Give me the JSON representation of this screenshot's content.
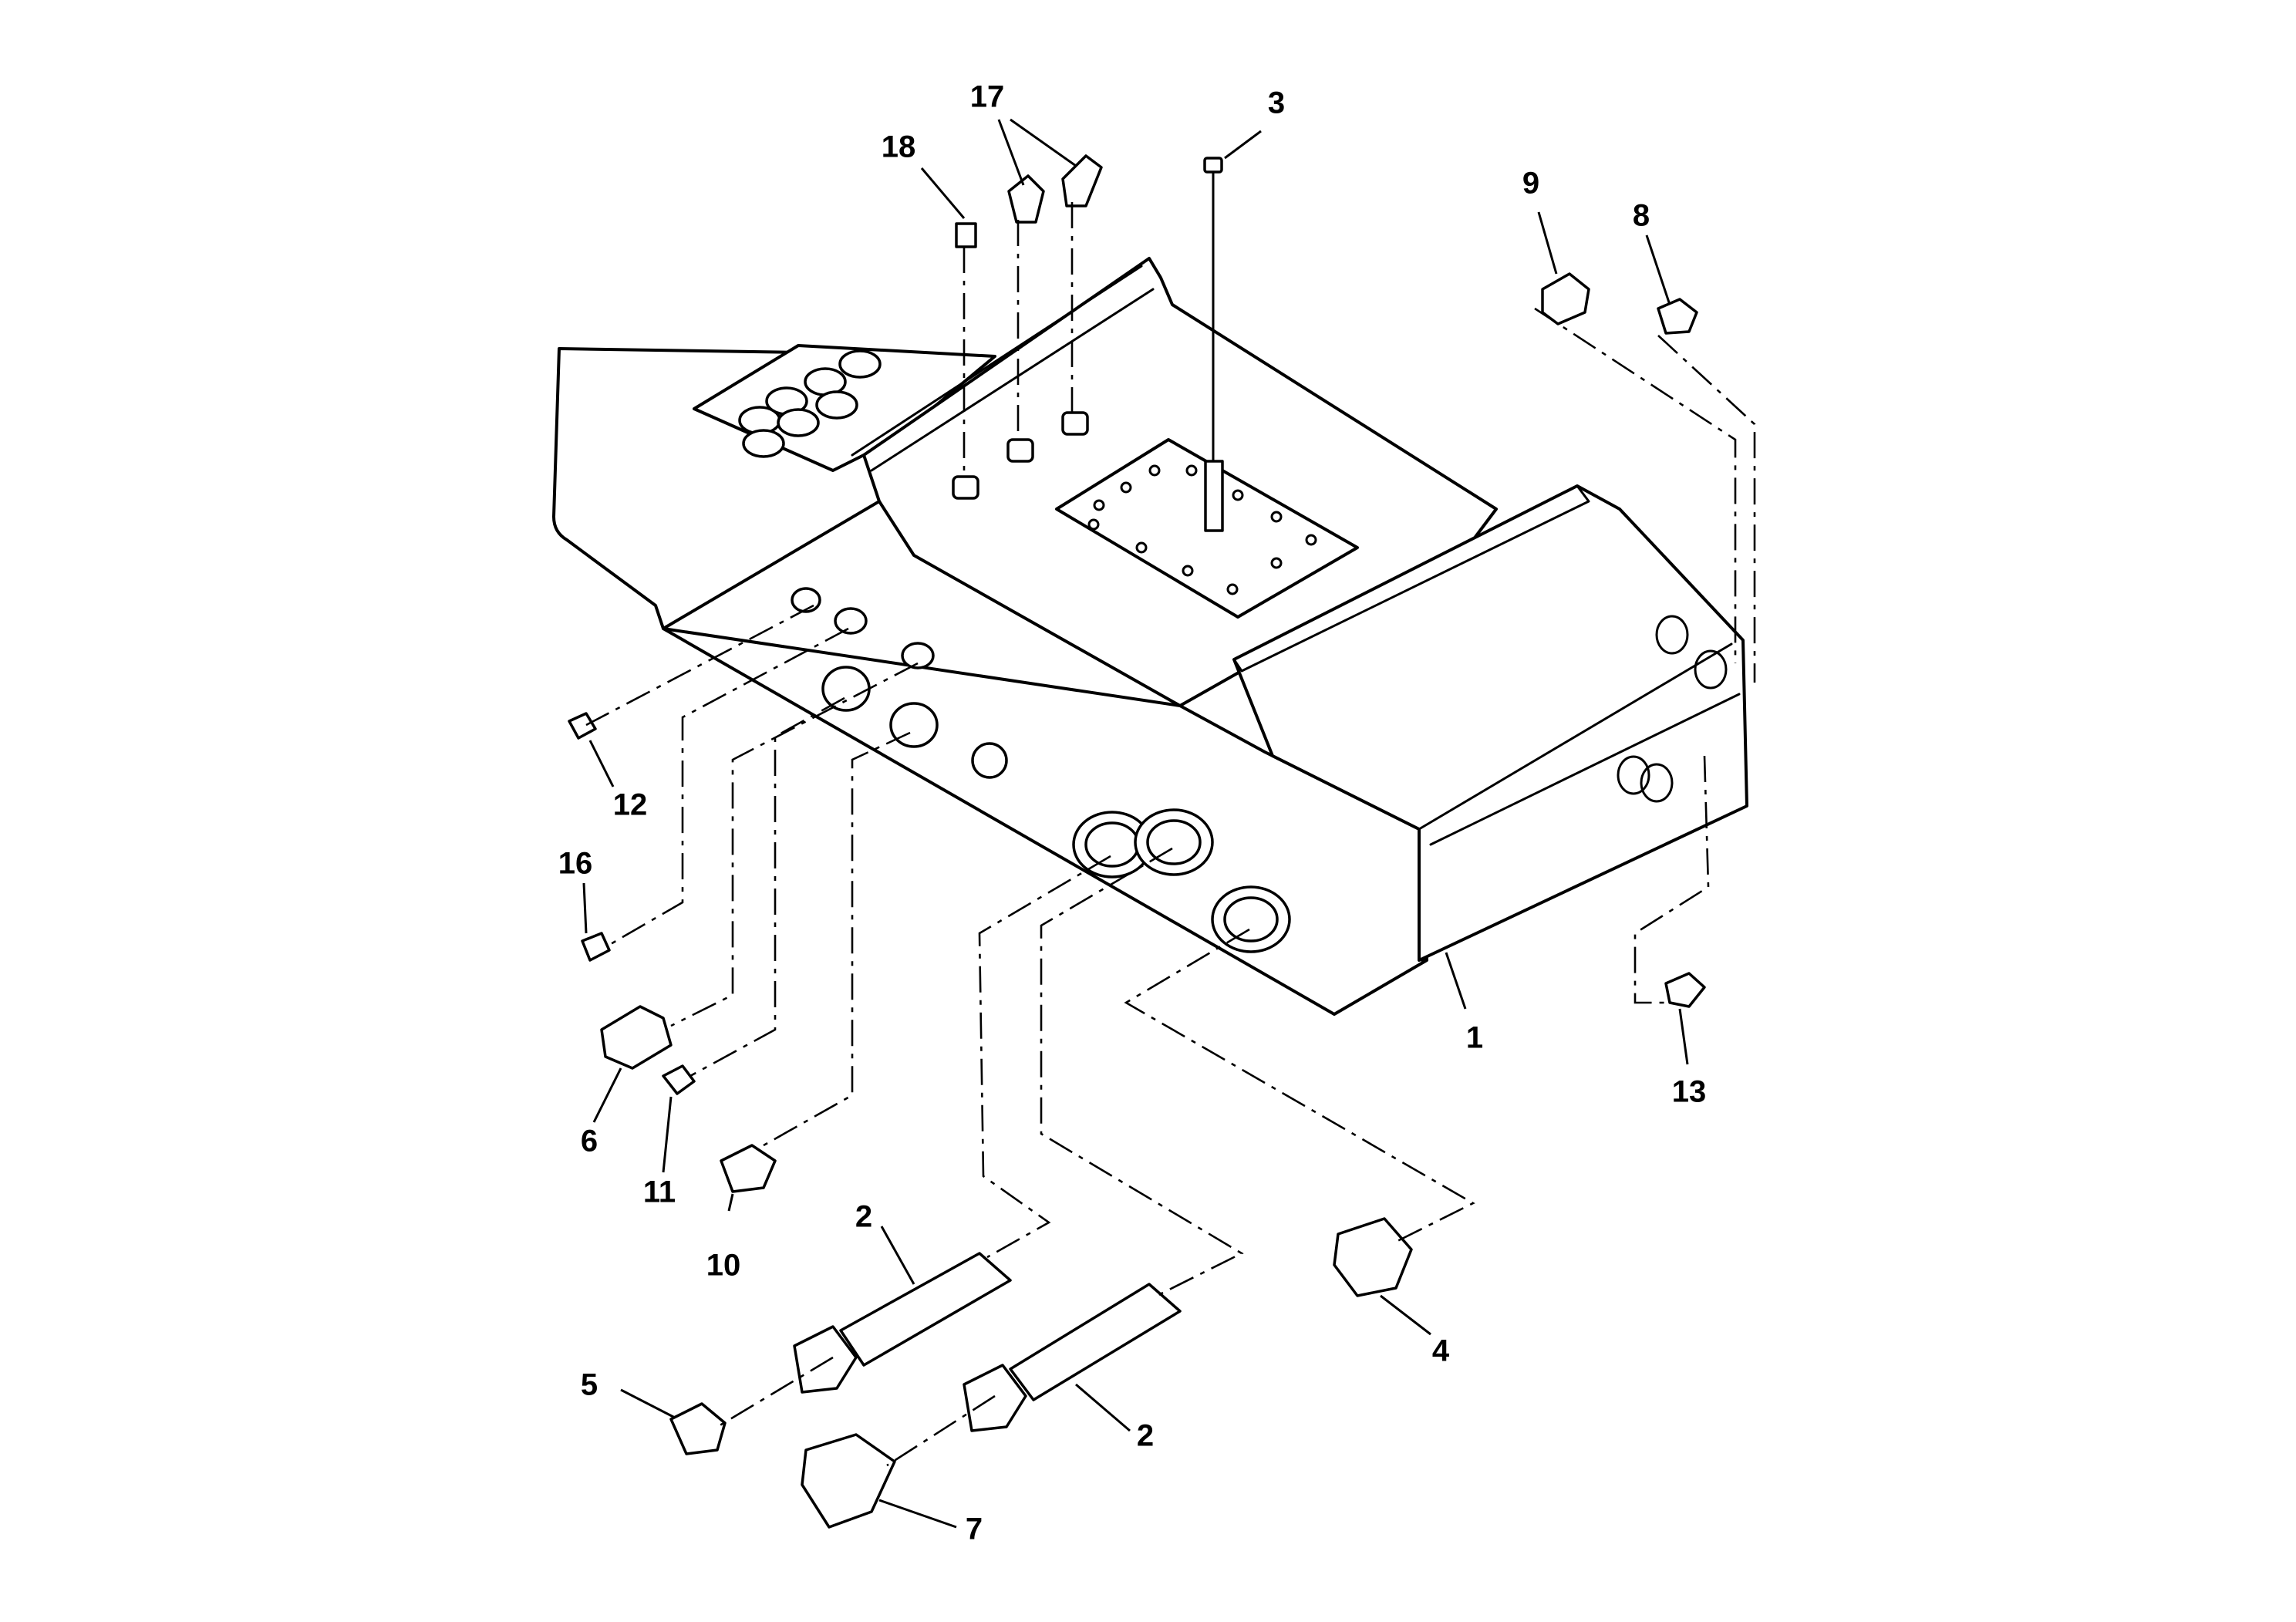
{
  "callouts": [
    {
      "id": "c1",
      "label": "1"
    },
    {
      "id": "c2a",
      "label": "2"
    },
    {
      "id": "c2b",
      "label": "2"
    },
    {
      "id": "c3",
      "label": "3"
    },
    {
      "id": "c4",
      "label": "4"
    },
    {
      "id": "c5",
      "label": "5"
    },
    {
      "id": "c6",
      "label": "6"
    },
    {
      "id": "c7",
      "label": "7"
    },
    {
      "id": "c8",
      "label": "8"
    },
    {
      "id": "c9",
      "label": "9"
    },
    {
      "id": "c10",
      "label": "10"
    },
    {
      "id": "c11",
      "label": "11"
    },
    {
      "id": "c12",
      "label": "12"
    },
    {
      "id": "c13",
      "label": "13"
    },
    {
      "id": "c16",
      "label": "16"
    },
    {
      "id": "c17",
      "label": "17"
    },
    {
      "id": "c18",
      "label": "18"
    }
  ],
  "colors": {
    "line": "#000000",
    "background": "#ffffff"
  }
}
